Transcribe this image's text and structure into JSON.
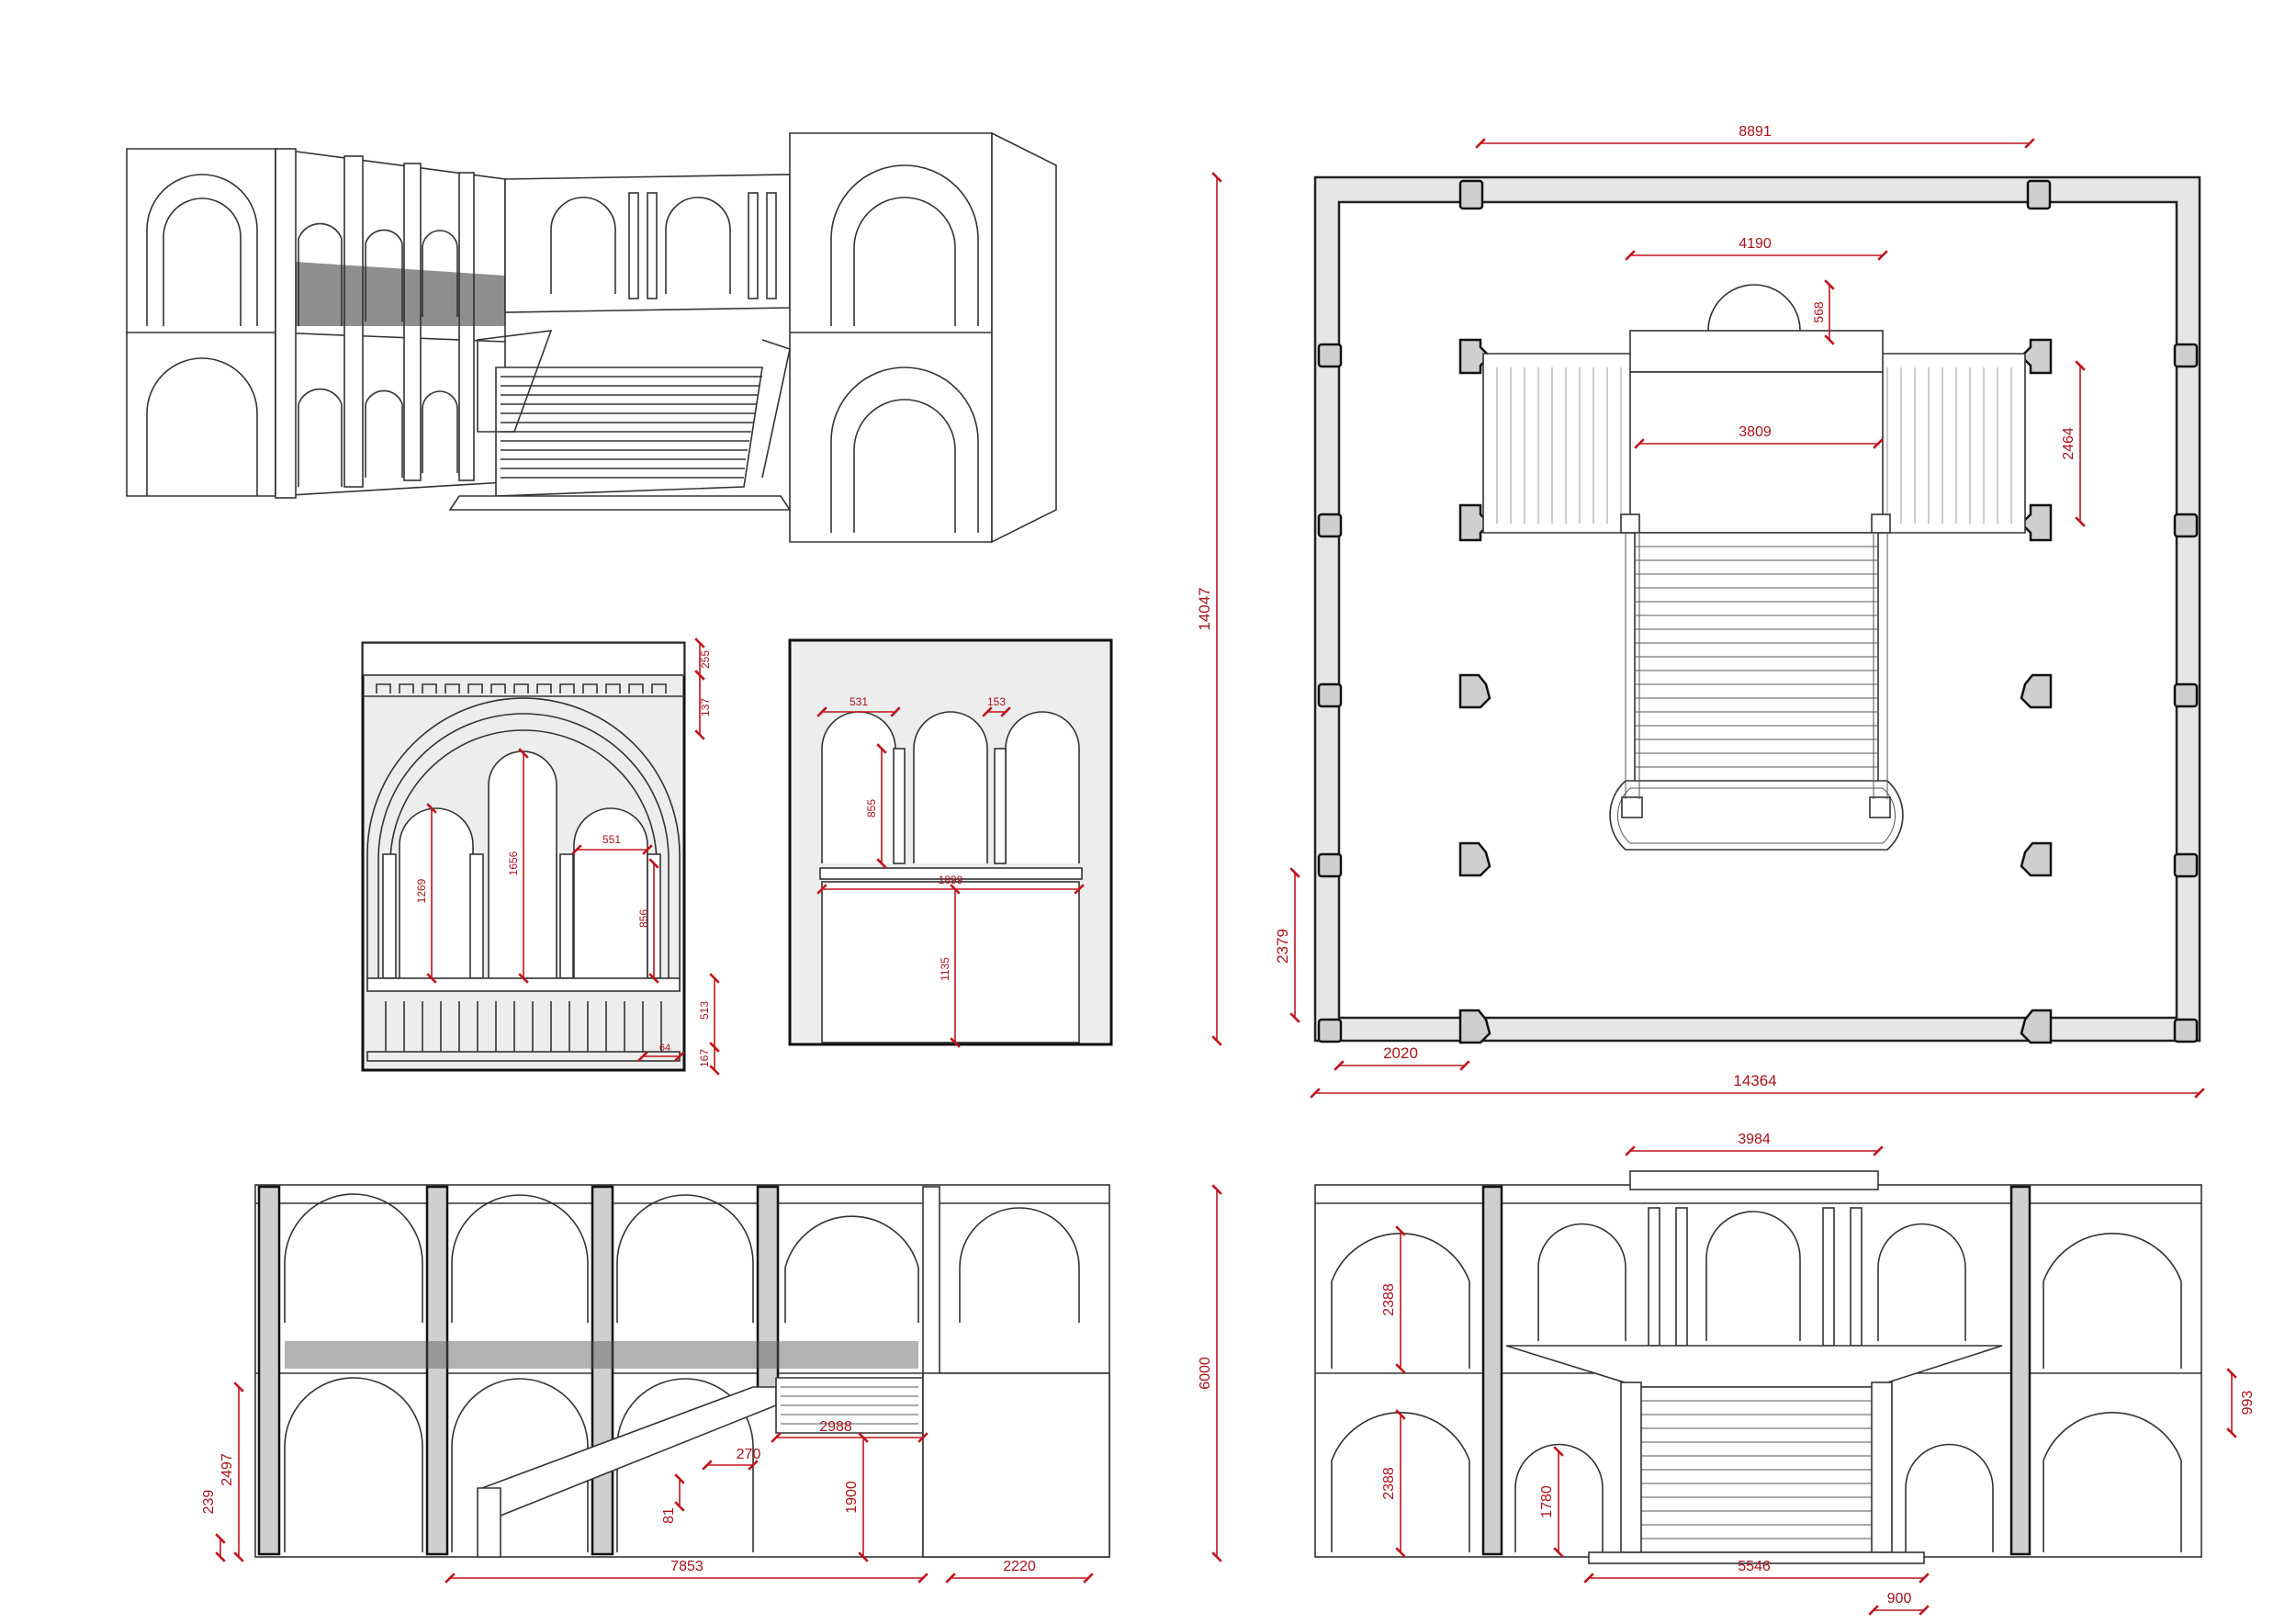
{
  "plan": {
    "dims": [
      "8891",
      "4190",
      "568",
      "3809",
      "2464",
      "14047",
      "2379",
      "2020",
      "14364"
    ]
  },
  "arch_detail": {
    "dims": [
      "255",
      "137",
      "551",
      "1269",
      "1656",
      "856",
      "513",
      "167",
      "64"
    ]
  },
  "window_detail": {
    "dims": [
      "531",
      "153",
      "855",
      "1899",
      "1135"
    ]
  },
  "side_section": {
    "dims": [
      "2988",
      "270",
      "81",
      "1900",
      "2497",
      "239",
      "7853",
      "2220"
    ]
  },
  "front_elevation": {
    "dims": [
      "3984",
      "6000",
      "2388",
      "2388",
      "1780",
      "993",
      "5546",
      "900"
    ]
  }
}
